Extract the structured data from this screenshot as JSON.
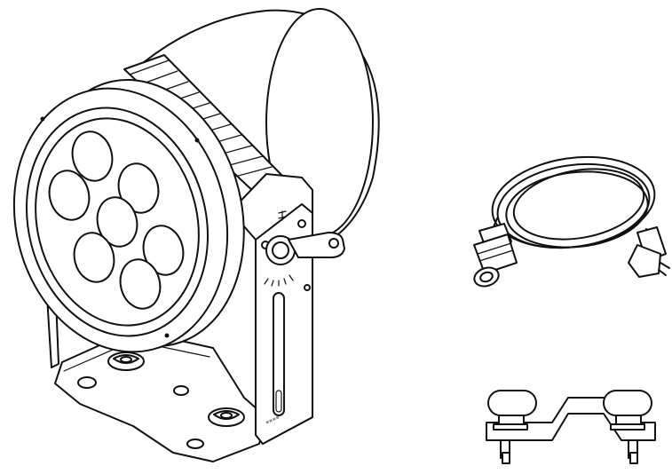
{
  "figure": {
    "items": [
      {
        "id": "fixture",
        "icon": "led-spot-fixture-icon"
      },
      {
        "id": "power-cable",
        "icon": "power-cable-icon"
      },
      {
        "id": "mounting-bracket",
        "icon": "omega-bracket-icon"
      }
    ],
    "led_count": 7,
    "colors": {
      "line": "#111111",
      "background": "#ffffff"
    }
  }
}
